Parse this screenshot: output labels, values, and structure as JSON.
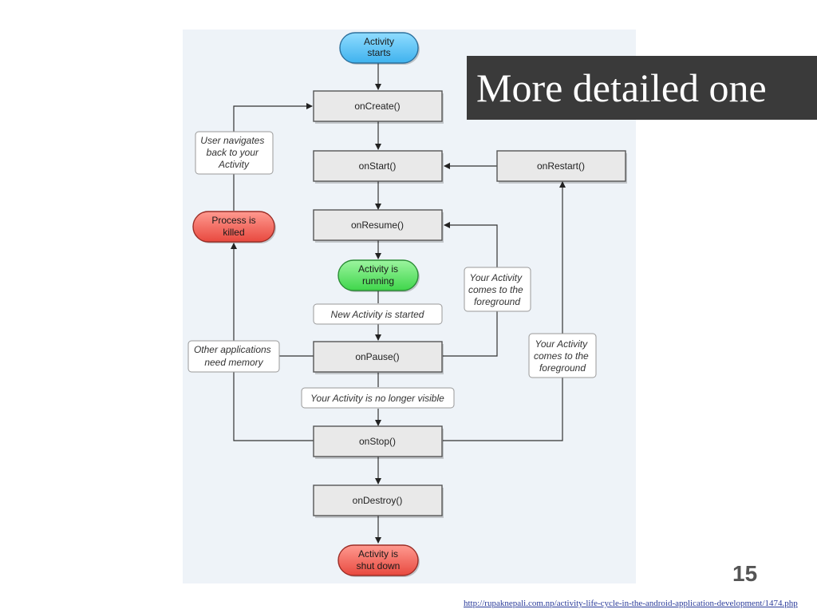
{
  "slide": {
    "title": "More detailed one",
    "number": "15",
    "source_url": "http://rupaknepali.com.np/activity-life-cycle-in-the-android-application-development/1474.php"
  },
  "diagram": {
    "start": "Activity starts",
    "running": "Activity is running",
    "shutdown": "Activity is shut down",
    "killed": "Process is killed",
    "methods": {
      "onCreate": "onCreate()",
      "onStart": "onStart()",
      "onRestart": "onRestart()",
      "onResume": "onResume()",
      "onPause": "onPause()",
      "onStop": "onStop()",
      "onDestroy": "onDestroy()"
    },
    "notes": {
      "user_navigates": [
        "User navigates",
        "back to your",
        "Activity"
      ],
      "new_activity": "New Activity is started",
      "other_apps": [
        "Other applications",
        "need memory"
      ],
      "no_longer_visible": "Your Activity is no longer visible",
      "foreground_a": [
        "Your Activity",
        "comes to the",
        "foreground"
      ],
      "foreground_b": [
        "Your Activity",
        "comes to the",
        "foreground"
      ]
    },
    "colors": {
      "start": "#5cc8f5",
      "running": "#5ee86a",
      "shutdown": "#f0695f",
      "killed": "#f0695f"
    }
  }
}
